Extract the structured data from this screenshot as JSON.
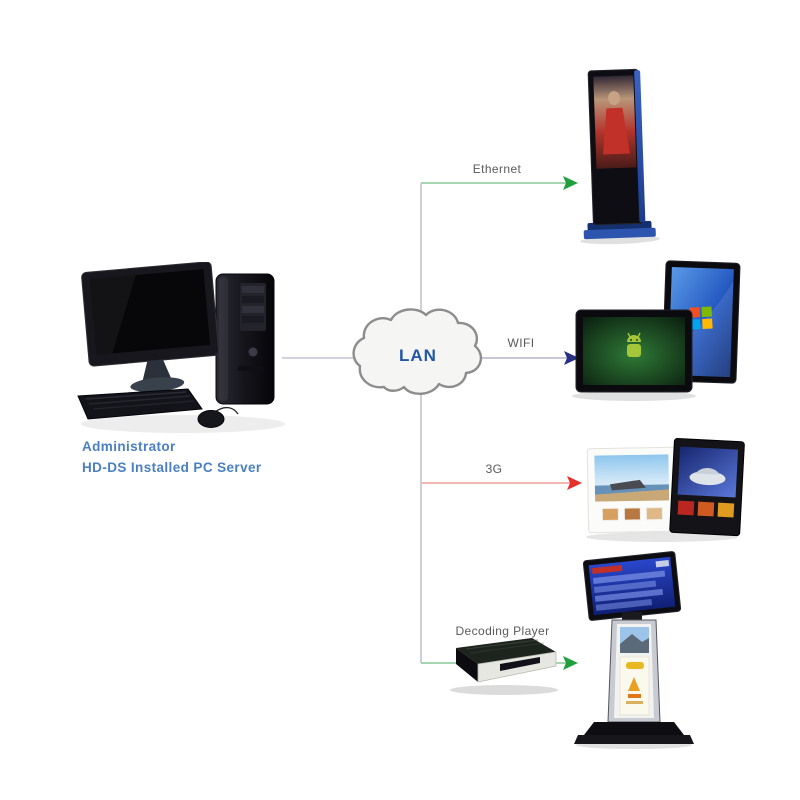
{
  "diagram": {
    "kind": "digital-signage-network-topology",
    "background_color": "#ffffff",
    "connection_label_color": "#5a5a5a",
    "trunk_line_color": "#c3c3d1"
  },
  "server": {
    "caption_line1": "Administrator",
    "caption_line2": "HD-DS Installed PC Server",
    "caption_color": "#4a7fc1"
  },
  "cloud": {
    "label": "LAN",
    "label_color": "#2356a8",
    "fill_color": "#f5f5f3",
    "stroke_color": "#8d8d8d"
  },
  "connections": [
    {
      "id": "ethernet",
      "label": "Ethernet",
      "line_color": "#a6d5b1",
      "arrow_color": "#1fa03c",
      "target_device": "floor-standing-signage-display"
    },
    {
      "id": "wifi",
      "label": "WIFI",
      "line_color": "#c6c7d9",
      "arrow_color": "#283084",
      "target_device": "wall-mounted-displays"
    },
    {
      "id": "threeg",
      "label": "3G",
      "line_color": "#f3b7b3",
      "arrow_color": "#e8302a",
      "target_device": "digital-photo-frames"
    },
    {
      "id": "decoding",
      "label": "Decoding Player",
      "line_color": "#a6d5b1",
      "arrow_color": "#1fa03c",
      "target_device": "dual-screen-kiosk"
    }
  ],
  "devices": {
    "server": "administrator-pc-server",
    "floor_standing_display": "floor-standing-signage-display",
    "wall_mounted_displays": "wall-mounted-displays",
    "photo_frames": "digital-photo-frames",
    "decoder_box": "decoding-player-box",
    "kiosk": "dual-screen-kiosk"
  }
}
